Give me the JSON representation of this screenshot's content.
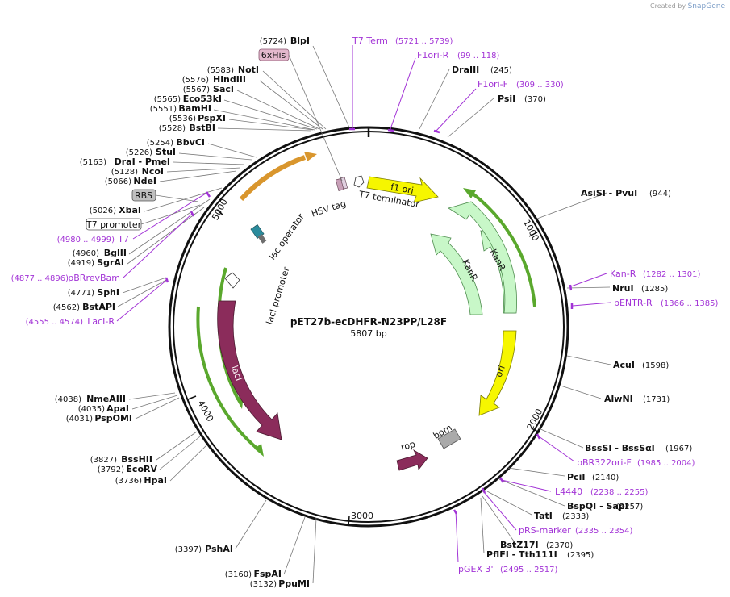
{
  "credit": {
    "prefix": "Created by",
    "brand": "SnapGene"
  },
  "plasmid": {
    "name": "pET27b-ecDHFR-N23PP/L28F",
    "size": "5807 bp"
  },
  "colors": {
    "primer": "#a233d6",
    "green_arrow": "#3d9a1c",
    "lacI": "#8b2c5b",
    "ori": "#f6f600",
    "kanR": "#c8f7c8",
    "orange": "#f0a030"
  },
  "ticks": [
    "1000",
    "2000",
    "3000",
    "4000",
    "5000"
  ],
  "enzymes": [
    {
      "name": "BlpI",
      "pos": "(5724)"
    },
    {
      "name": "NotI",
      "pos": "(5583)"
    },
    {
      "name": "HindIII",
      "pos": "(5576)"
    },
    {
      "name": "SacI",
      "pos": "(5567)"
    },
    {
      "name": "Eco53kI",
      "pos": "(5565)"
    },
    {
      "name": "BamHI",
      "pos": "(5551)"
    },
    {
      "name": "PspXI",
      "pos": "(5536)"
    },
    {
      "name": "BstBI",
      "pos": "(5528)"
    },
    {
      "name": "BbvCI",
      "pos": "(5254)"
    },
    {
      "name": "StuI",
      "pos": "(5226)"
    },
    {
      "name": "DraI - PmeI",
      "pos": "(5163)"
    },
    {
      "name": "NcoI",
      "pos": "(5128)"
    },
    {
      "name": "NdeI",
      "pos": "(5066)"
    },
    {
      "name": "XbaI",
      "pos": "(5026)"
    },
    {
      "name": "BglII",
      "pos": "(4960)"
    },
    {
      "name": "SgrAI",
      "pos": "(4919)"
    },
    {
      "name": "SphI",
      "pos": "(4771)"
    },
    {
      "name": "BstAPI",
      "pos": "(4562)"
    },
    {
      "name": "NmeAIII",
      "pos": "(4038)"
    },
    {
      "name": "ApaI",
      "pos": "(4035)"
    },
    {
      "name": "PspOMI",
      "pos": "(4031)"
    },
    {
      "name": "BssHII",
      "pos": "(3827)"
    },
    {
      "name": "EcoRV",
      "pos": "(3792)"
    },
    {
      "name": "HpaI",
      "pos": "(3736)"
    },
    {
      "name": "PshAI",
      "pos": "(3397)"
    },
    {
      "name": "FspAI",
      "pos": "(3160)"
    },
    {
      "name": "PpuMI",
      "pos": "(3132)"
    },
    {
      "name": "DraIII",
      "pos": "(245)"
    },
    {
      "name": "PsiI",
      "pos": "(370)"
    },
    {
      "name": "AsiSI - PvuI",
      "pos": "(944)"
    },
    {
      "name": "NruI",
      "pos": "(1285)"
    },
    {
      "name": "AcuI",
      "pos": "(1598)"
    },
    {
      "name": "AlwNI",
      "pos": "(1731)"
    },
    {
      "name": "BssSI - BssSαI",
      "pos": "(1967)"
    },
    {
      "name": "PciI",
      "pos": "(2140)"
    },
    {
      "name": "BspQI - SapI",
      "pos": "(2257)"
    },
    {
      "name": "TatI",
      "pos": "(2333)"
    },
    {
      "name": "BstZ17I",
      "pos": "(2370)"
    },
    {
      "name": "PflFI - Tth111I",
      "pos": "(2395)"
    }
  ],
  "primers": [
    {
      "name": "T7 Term",
      "pos": "(5721 .. 5739)"
    },
    {
      "name": "F1ori-R",
      "pos": "(99 .. 118)"
    },
    {
      "name": "F1ori-F",
      "pos": "(309 .. 330)"
    },
    {
      "name": "T7",
      "pos": "(4980 .. 4999)"
    },
    {
      "name": "pBRrevBam",
      "pos": "(4877 .. 4896)"
    },
    {
      "name": "LacI-R",
      "pos": "(4555 .. 4574)"
    },
    {
      "name": "Kan-R",
      "pos": "(1282 .. 1301)"
    },
    {
      "name": "pENTR-R",
      "pos": "(1366 .. 1385)"
    },
    {
      "name": "pBR322ori-F",
      "pos": "(1985 .. 2004)"
    },
    {
      "name": "L4440",
      "pos": "(2238 .. 2255)"
    },
    {
      "name": "pRS-marker",
      "pos": "(2335 .. 2354)"
    },
    {
      "name": "pGEX 3'",
      "pos": "(2495 .. 2517)"
    }
  ],
  "boxed_features": {
    "his": "6xHis",
    "rbs": "RBS",
    "t7promoter": "T7 promoter"
  },
  "features": {
    "hsv": "HSV tag",
    "t7term": "T7 terminator",
    "f1ori": "f1 ori",
    "kanr1": "KanR",
    "kanr2": "KanR",
    "ori": "ori",
    "bom": "bom",
    "rop": "rop",
    "laci": "lacI",
    "laci_promoter": "lacI promoter",
    "lac_operator": "lac operator"
  }
}
